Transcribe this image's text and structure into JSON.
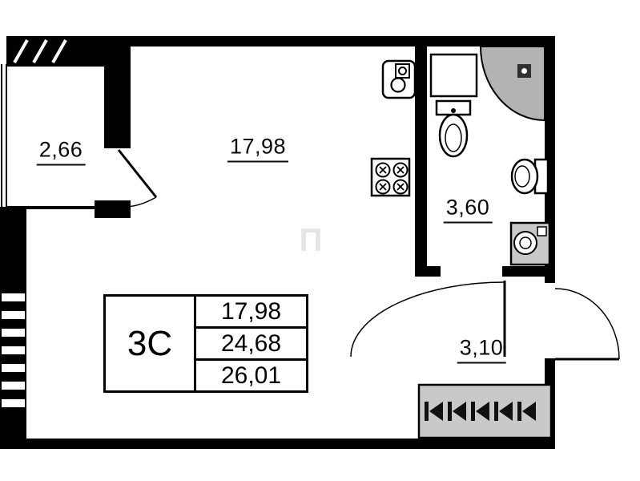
{
  "rooms": {
    "balcony": {
      "area": "2,66"
    },
    "living": {
      "area": "17,98"
    },
    "bathroom": {
      "area": "3,60"
    },
    "hallway": {
      "area": "3,10"
    }
  },
  "legend": {
    "type": "3С",
    "rows": [
      "17,98",
      "24,68",
      "26,01"
    ]
  },
  "watermark": "П",
  "colors": {
    "wall": "#000000",
    "background": "#ffffff",
    "shower_gray": "#b3b3b3",
    "wardrobe_gray": "#c9c9c9"
  },
  "icons": [
    "balcony-glazing-icon",
    "ladder-icon",
    "kitchen-sink-icon",
    "stove-icon",
    "washbasin-icon",
    "shower-icon",
    "toilet-icon",
    "washing-machine-icon",
    "wardrobe-icon",
    "sliding-door-arrow-icon"
  ]
}
